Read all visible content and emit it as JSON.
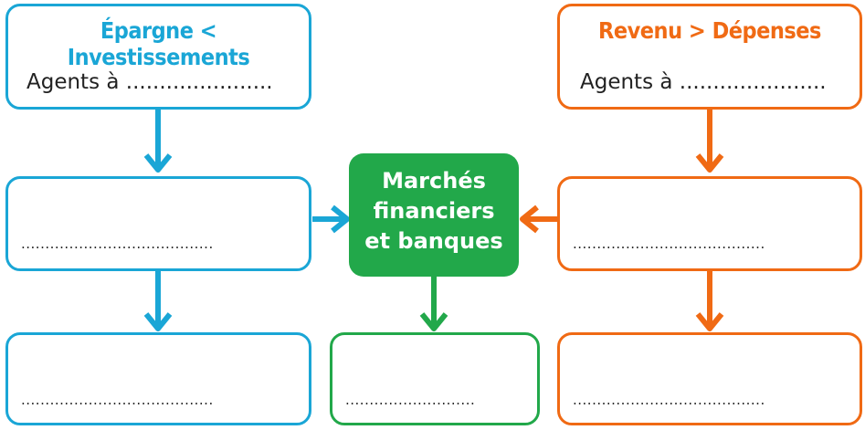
{
  "left_column": {
    "title": "Épargne < Investissements",
    "subtitle": "Agents à ......................",
    "box2_dots": "........................................",
    "box3_dots": "........................................"
  },
  "right_column": {
    "title": "Revenu > Dépenses",
    "subtitle": "Agents à ......................",
    "box2_dots": "........................................",
    "box3_dots": "........................................"
  },
  "center": {
    "line1": "Marchés",
    "line2": "financiers",
    "line3": "et banques",
    "bottom_dots": "..........................."
  },
  "colors": {
    "blue": "#1aa6d6",
    "orange": "#f06a14",
    "green": "#22a84a"
  }
}
